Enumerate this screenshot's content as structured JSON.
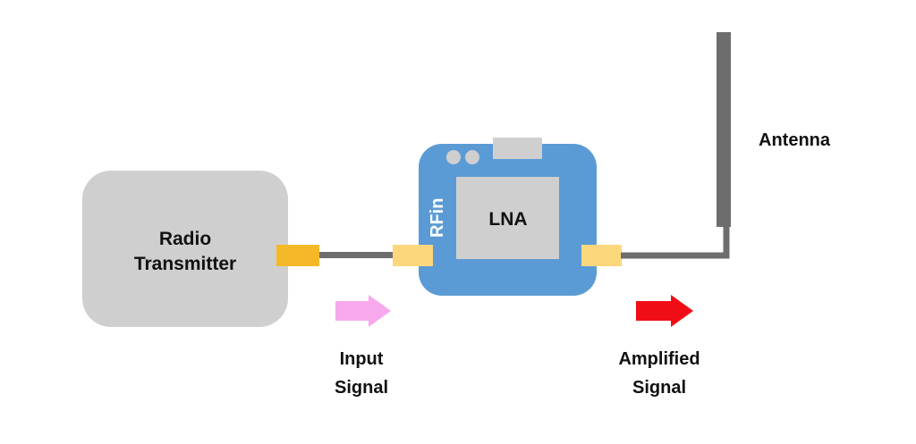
{
  "transmitter": {
    "line1": "Radio",
    "line2": "Transmitter"
  },
  "lna": {
    "label": "LNA",
    "port_label": "RFin"
  },
  "antenna": {
    "label": "Antenna"
  },
  "input_signal": {
    "line1": "Input",
    "line2": "Signal"
  },
  "output_signal": {
    "line1": "Amplified",
    "line2": "Signal"
  },
  "colors": {
    "transmitter_body": "#d0cfcf",
    "lna_board": "#5b9bd5",
    "lna_chip": "#d0cfcf",
    "board_holes": "#cfcfcf",
    "cable": "#6d6d6d",
    "antenna_rod": "#6d6d6d",
    "connector_dark": "#f5b829",
    "connector_light": "#fcd77c",
    "input_arrow": "#f8a9ee",
    "output_arrow": "#f10d16"
  }
}
